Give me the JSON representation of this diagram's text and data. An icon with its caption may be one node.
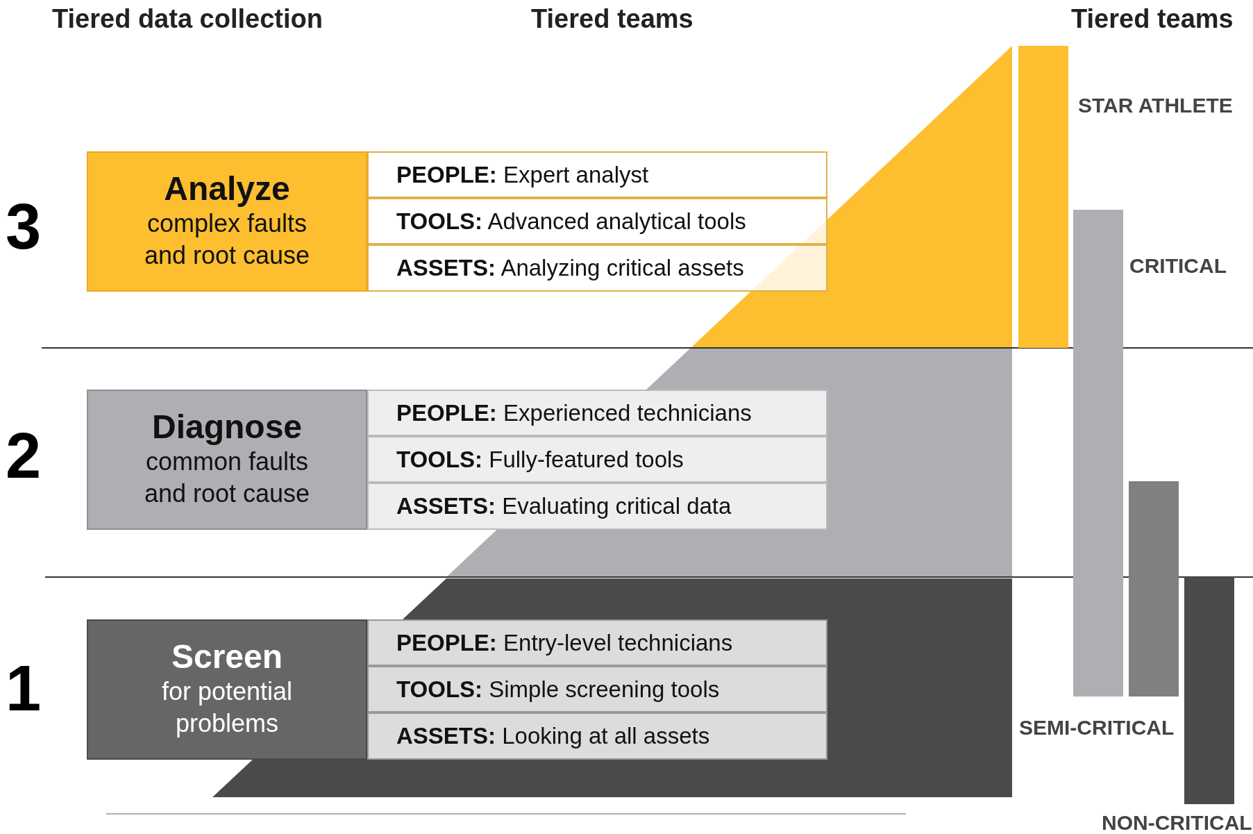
{
  "diagram": {
    "nodes": [
      {
        "text": [
          "Analyze",
          "complex faults and root cause"
        ]
      },
      {
        "text": [
          "**PEOPLE:** Expert analyst"
        ]
      },
      {
        "text": [
          "**TOOLS:** Advanced analytical tools"
        ]
      },
      {
        "text": [
          "**ASSETS:** Analyzing critical assets"
        ]
      },
      {
        "text": [
          "Diagnose",
          "common faults and root cause"
        ]
      },
      {
        "text": [
          "**PEOPLE:** Experienced technicians"
        ]
      },
      {
        "text": [
          "**TOOLS:** Fully-featured tools"
        ]
      },
      {
        "text": [
          "**ASSETS:** Evaluating critical data"
        ]
      },
      {
        "text": [
          "Screen",
          "for potential problems"
        ]
      },
      {
        "text": [
          "**PEOPLE:** Entry-level technicians"
        ]
      },
      {
        "text": [
          "**TOOLS:** Simple screening tools"
        ]
      },
      {
        "text": [
          "**ASSETS:** Looking at all assets"
        ]
      },
      {
        "text": [],
        "shape": "bar",
        "beside": [
          "STAR ATHLETE"
        ]
      },
      {
        "text": [],
        "shape": "bar",
        "beside": [
          "CRITICAL"
        ]
      },
      {
        "text": [],
        "shape": "bar"
      },
      {
        "text": [],
        "shape": "bar",
        "beside": [
          "NON-CRITICAL"
        ]
      }
    ],
    "edges": [],
    "labels": [
      "Tiered data collection",
      "Tiered teams",
      "Tiered teams",
      "3",
      "2",
      "1",
      "SEMI-CRITICAL"
    ]
  }
}
